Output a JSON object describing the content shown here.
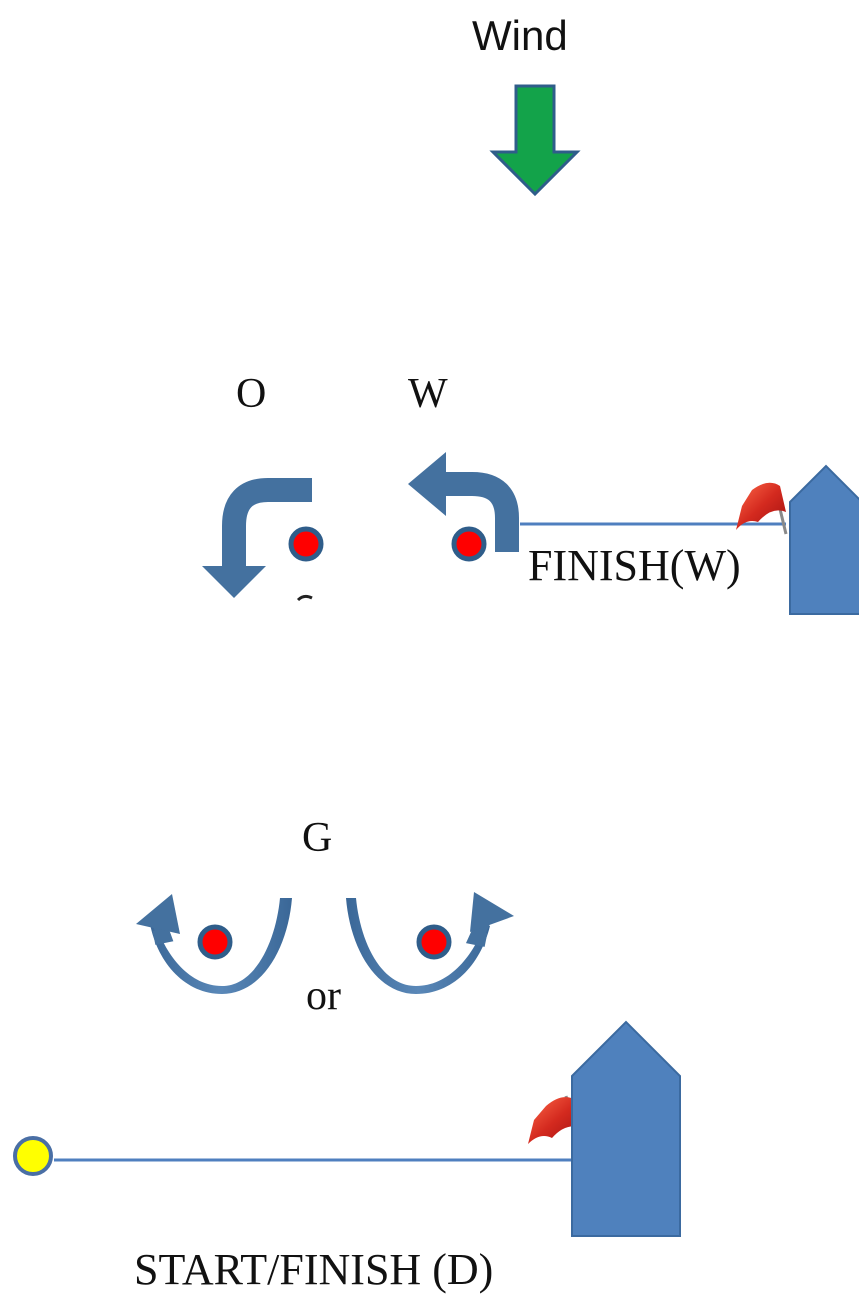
{
  "wind": {
    "label": "Wind",
    "arrow_color": "#13a34a",
    "arrow_outline": "#2f5d8a",
    "direction": "down"
  },
  "marks": {
    "o": {
      "label": "O",
      "color": "#ff0000",
      "rounding": "anticlockwise"
    },
    "w": {
      "label": "W",
      "color": "#ff0000",
      "rounding": "anticlockwise"
    },
    "g": {
      "label": "G",
      "color": "#ff0000",
      "rounding": "either"
    }
  },
  "finish_w": {
    "label": "FINISH(W)"
  },
  "or_text": "or",
  "start_finish": {
    "label": "START/FINISH (D)",
    "pin_color": "#ffff00"
  },
  "colors": {
    "boat": "#4f81bd",
    "arrow": "#44719f",
    "line": "#4f7fbf",
    "flag": "#d42a1f"
  },
  "icons": [
    "arrow-down-icon",
    "curved-arrow-icon",
    "flag-icon",
    "committee-boat-icon",
    "buoy-icon"
  ]
}
